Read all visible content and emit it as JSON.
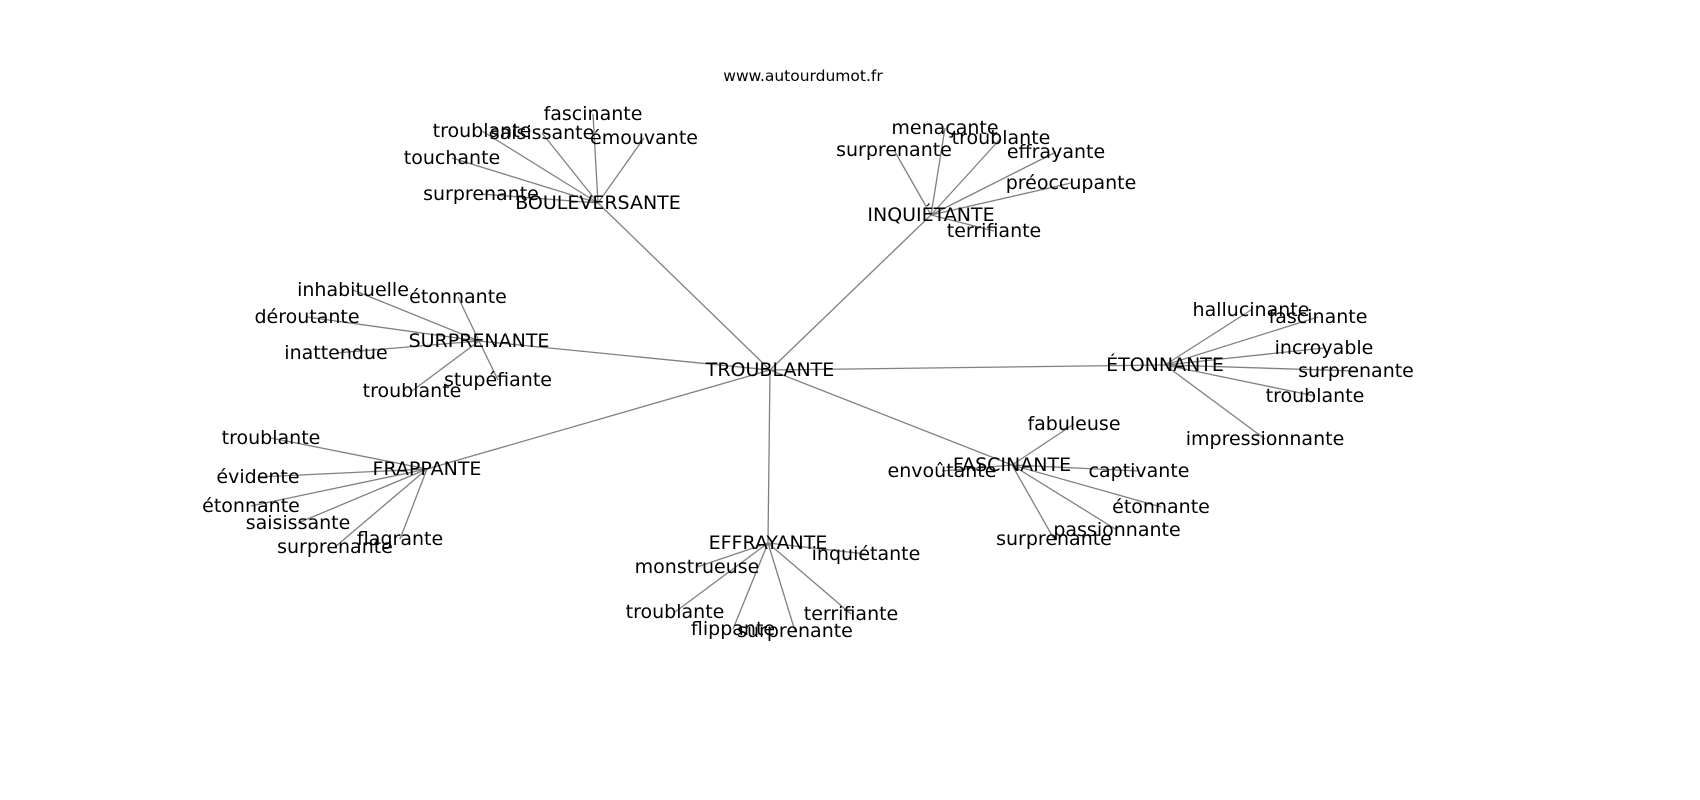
{
  "site": "www.autourdumot.fr",
  "center": "TROUBLANTE",
  "clusters": [
    {
      "id": "bouleversante",
      "label": "BOULEVERSANTE",
      "leaves": [
        "fascinante",
        "saisissante",
        "troublante",
        "émouvante",
        "touchante",
        "surprenante"
      ]
    },
    {
      "id": "inquietante",
      "label": "INQUIÉTANTE",
      "leaves": [
        "menaçante",
        "troublante",
        "surprenante",
        "effrayante",
        "préoccupante",
        "terrifiante"
      ]
    },
    {
      "id": "surprenante",
      "label": "SURPRENANTE",
      "leaves": [
        "inhabituelle",
        "étonnante",
        "déroutante",
        "inattendue",
        "stupéfiante",
        "troublante"
      ]
    },
    {
      "id": "etonnante",
      "label": "ÉTONNANTE",
      "leaves": [
        "hallucinante",
        "fascinante",
        "incroyable",
        "surprenante",
        "troublante",
        "impressionnante"
      ]
    },
    {
      "id": "frappante",
      "label": "FRAPPANTE",
      "leaves": [
        "troublante",
        "évidente",
        "étonnante",
        "saisissante",
        "flagrante",
        "surprenante"
      ]
    },
    {
      "id": "fascinante",
      "label": "FASCINANTE",
      "leaves": [
        "fabuleuse",
        "envoûtante",
        "captivante",
        "étonnante",
        "passionnante",
        "surprenante"
      ]
    },
    {
      "id": "effrayante",
      "label": "EFFRAYANTE",
      "leaves": [
        "inquiétante",
        "monstrueuse",
        "troublante",
        "terrifiante",
        "flippante",
        "surprenante"
      ]
    }
  ]
}
